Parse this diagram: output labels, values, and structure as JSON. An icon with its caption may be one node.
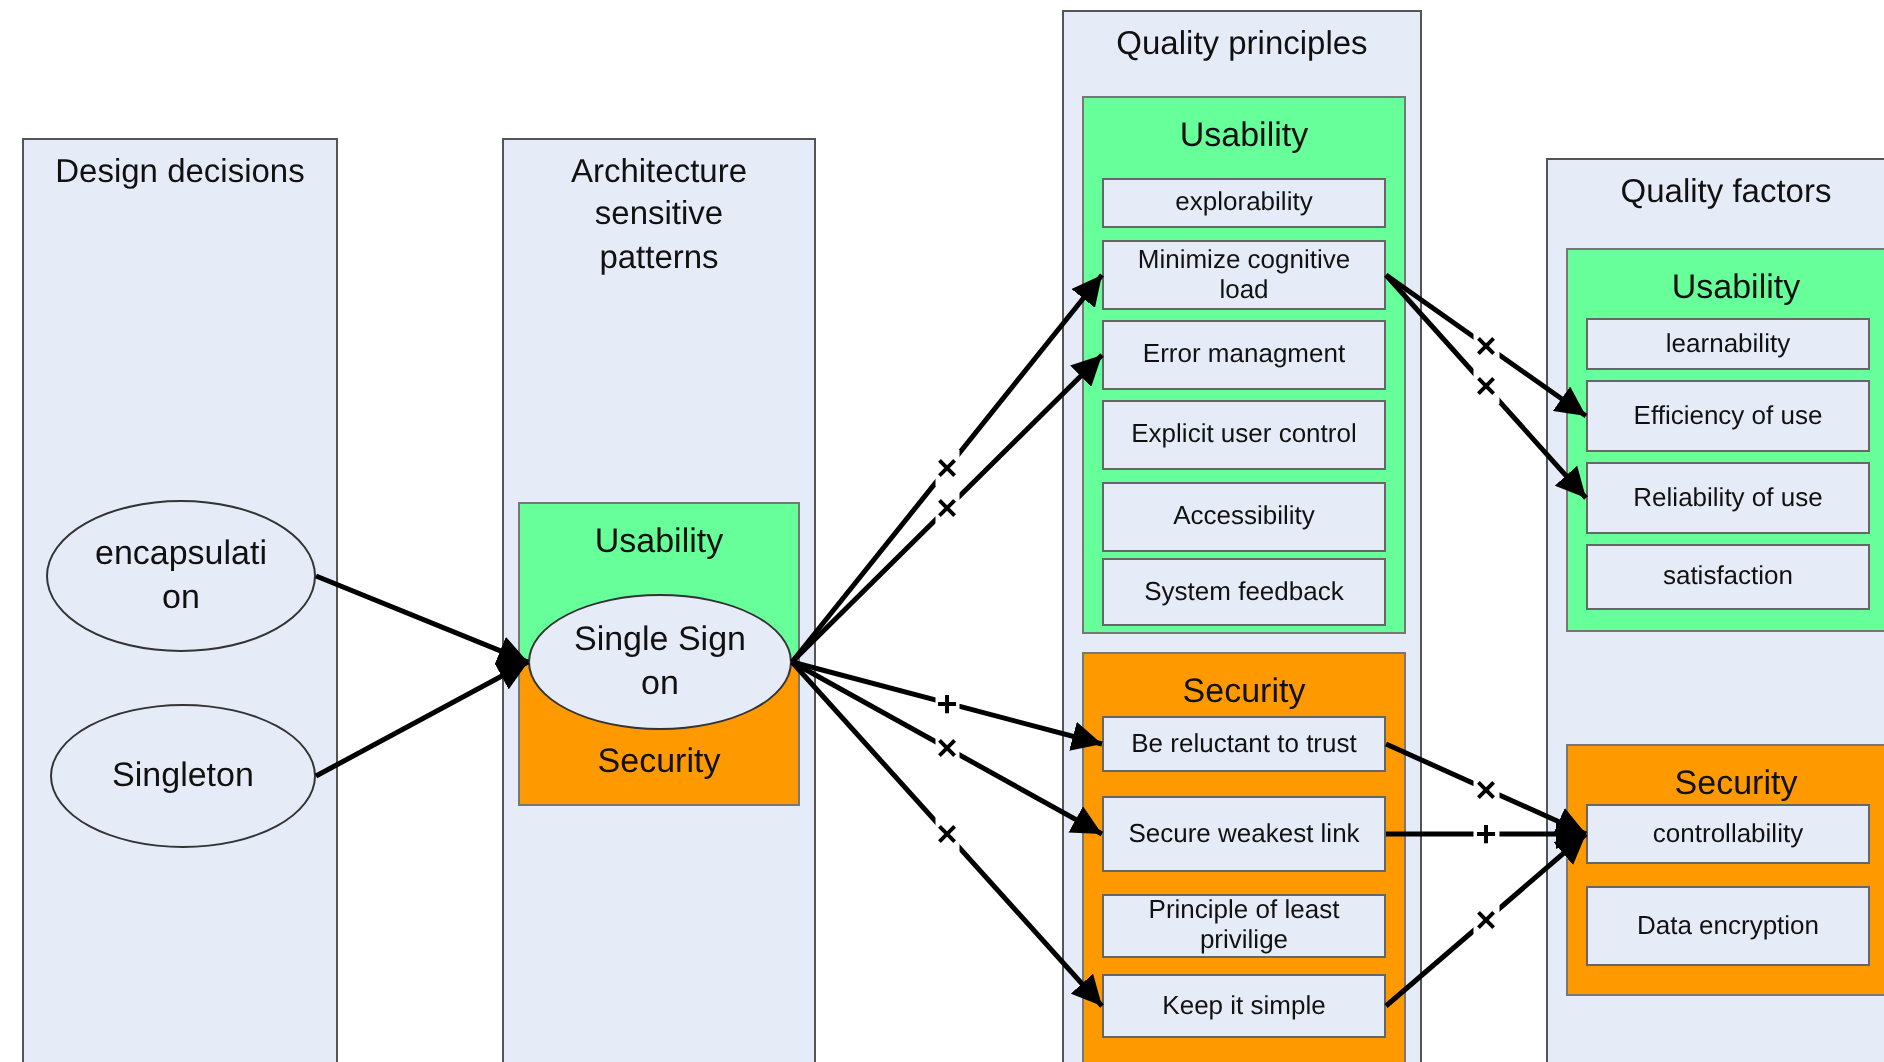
{
  "diagram": {
    "nodes": [
      {
        "text": [
          "Design decisions"
        ]
      },
      {
        "text": [
          "encapsulation"
        ],
        "in": 0
      },
      {
        "text": [
          "Singleton"
        ],
        "in": 0
      },
      {
        "text": [
          "Architecture sensitive patterns"
        ]
      },
      {
        "text": [
          "Usability"
        ],
        "in": 3
      },
      {
        "text": [
          "Security"
        ],
        "in": 3
      },
      {
        "text": [
          "Single Sign on"
        ],
        "in": 3
      },
      {
        "text": [
          "Quality principles"
        ]
      },
      {
        "text": [
          "Usability"
        ],
        "in": 7
      },
      {
        "text": [
          "explorability"
        ],
        "in": 8
      },
      {
        "text": [
          "Minimize cognitive load"
        ],
        "in": 8
      },
      {
        "text": [
          "Error managment"
        ],
        "in": 8
      },
      {
        "text": [
          "Explicit user control"
        ],
        "in": 8
      },
      {
        "text": [
          "Accessibility"
        ],
        "in": 8
      },
      {
        "text": [
          "System feedback"
        ],
        "in": 8
      },
      {
        "text": [
          "Security"
        ],
        "in": 7
      },
      {
        "text": [
          "Be reluctant to trust"
        ],
        "in": 15
      },
      {
        "text": [
          "Secure weakest link"
        ],
        "in": 15
      },
      {
        "text": [
          "Principle of least privilige"
        ],
        "in": 15
      },
      {
        "text": [
          "Keep it simple"
        ],
        "in": 15
      },
      {
        "text": [
          "Quality factors"
        ]
      },
      {
        "text": [
          "Usability"
        ],
        "in": 20
      },
      {
        "text": [
          "learnability"
        ],
        "in": 21
      },
      {
        "text": [
          "Efficiency of use"
        ],
        "in": 21
      },
      {
        "text": [
          "Reliability of use"
        ],
        "in": 21
      },
      {
        "text": [
          "satisfaction"
        ],
        "in": 21
      },
      {
        "text": [
          "Security"
        ],
        "in": 20
      },
      {
        "text": [
          "controllability"
        ],
        "in": 26
      },
      {
        "text": [
          "Data encryption"
        ],
        "in": 26
      }
    ],
    "edges": [
      {
        "from": 1,
        "to": 6,
        "arrow": "to"
      },
      {
        "from": 2,
        "to": 6,
        "arrow": "to"
      },
      {
        "from": 6,
        "to": 10,
        "arrow": "to",
        "label": "×"
      },
      {
        "from": 6,
        "to": 11,
        "arrow": "to",
        "label": "×"
      },
      {
        "from": 6,
        "to": 16,
        "arrow": "to",
        "label": "+"
      },
      {
        "from": 6,
        "to": 17,
        "arrow": "to",
        "label": "×"
      },
      {
        "from": 6,
        "to": 19,
        "arrow": "to",
        "label": "×"
      },
      {
        "from": 10,
        "to": 23,
        "arrow": "to",
        "label": "×"
      },
      {
        "from": 10,
        "to": 24,
        "arrow": "to",
        "label": "×"
      },
      {
        "from": 16,
        "to": 27,
        "arrow": "to",
        "label": "×"
      },
      {
        "from": 17,
        "to": 27,
        "arrow": "to",
        "label": "+"
      },
      {
        "from": 19,
        "to": 27,
        "arrow": "to",
        "label": "×"
      }
    ]
  }
}
